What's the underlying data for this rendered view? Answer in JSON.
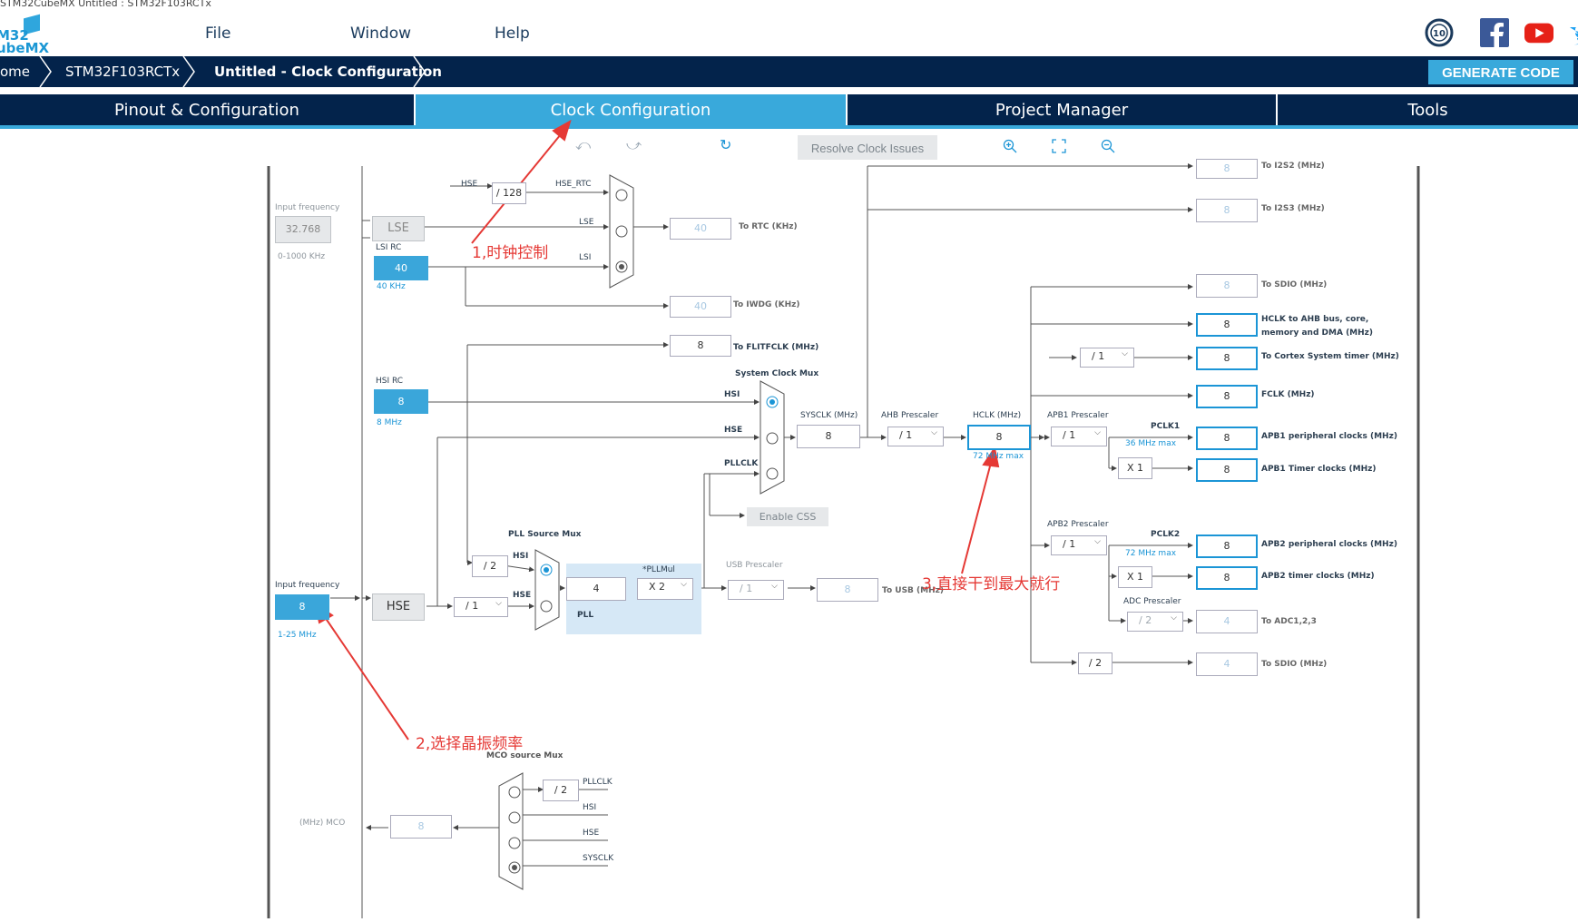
{
  "window": {
    "title": "STM32CubeMX Untitled : STM32F103RCTx"
  },
  "logo": {
    "line1": "M32",
    "line2": "ubeMX"
  },
  "menu": {
    "file": "File",
    "window": "Window",
    "help": "Help"
  },
  "breadcrumb": {
    "home": "ome",
    "device": "STM32F103RCTx",
    "current": "Untitled - Clock Configuration"
  },
  "generate": "GENERATE CODE",
  "tabs": {
    "pinout": "Pinout & Configuration",
    "clock": "Clock Configuration",
    "project": "Project Manager",
    "tools": "Tools"
  },
  "toolbar": {
    "resolve": "Resolve Clock Issues"
  },
  "colors": {
    "navy": "#03234b",
    "accent": "#39a9db",
    "annotation": "#e53935"
  },
  "icons": [
    "undo-icon",
    "redo-icon",
    "refresh-icon",
    "zoom-in-icon",
    "fit-icon",
    "zoom-out-icon",
    "anniversary-icon",
    "facebook-icon",
    "youtube-icon",
    "twitter-icon"
  ],
  "diagram": {
    "input_freq_label": "Input frequency",
    "lse_input": "32.768",
    "lse_range": "0-1000 KHz",
    "lse": "LSE",
    "lsi_rc": "LSI RC",
    "lsi_val": "40",
    "lsi_khz": "40 KHz",
    "hse_label": "HSE",
    "div128": "/ 128",
    "hse_rtc": "HSE_RTC",
    "lse_lbl": "LSE",
    "lsi_lbl": "LSI",
    "rtc_val": "40",
    "to_rtc": "To RTC (KHz)",
    "iwdg_val": "40",
    "to_iwdg": "To IWDG (KHz)",
    "flit_val": "8",
    "to_flit": "To FLITFCLK (MHz)",
    "hsi_rc": "HSI RC",
    "hsi_val": "8",
    "hsi_mhz": "8 MHz",
    "sys_mux": "System Clock Mux",
    "hsi_lbl": "HSI",
    "hse_lbl2": "HSE",
    "pllclk_lbl": "PLLCLK",
    "enable_css": "Enable CSS",
    "sysclk_lbl": "SYSCLK (MHz)",
    "sysclk_val": "8",
    "ahb_lbl": "AHB Prescaler",
    "ahb_val": "/ 1",
    "hclk_lbl": "HCLK (MHz)",
    "hclk_val": "8",
    "hclk_max": "72 MHz max",
    "pll_src_mux": "PLL Source Mux",
    "div2": "/ 2",
    "hsi_lbl3": "HSI",
    "hse_lbl3": "HSE",
    "pll_val": "4",
    "pllmul_lbl": "*PLLMul",
    "pllmul_val": "X 2",
    "pll_lbl": "PLL",
    "usb_pre_lbl": "USB Prescaler",
    "usb_pre_val": "/ 1",
    "usb_val": "8",
    "to_usb": "To USB (MHz)",
    "hse_input_label": "Input frequency",
    "hse_input": "8",
    "hse_range": "1-25 MHz",
    "hse_box": "HSE",
    "hse_div": "/ 1",
    "mco_mux": "MCO source Mux",
    "mco_div2": "/ 2",
    "mco_pllclk": "PLLCLK",
    "mco_hsi": "HSI",
    "mco_hse": "HSE",
    "mco_sysclk": "SYSCLK",
    "mco_val": "8",
    "mco_lbl": "(MHz) MCO",
    "i2s2_val": "8",
    "to_i2s2": "To I2S2 (MHz)",
    "i2s3_val": "8",
    "to_i2s3": "To I2S3 (MHz)",
    "sdio_val": "8",
    "to_sdio": "To SDIO (MHz)",
    "hclk_ahb_val": "8",
    "hclk_ahb_lbl1": "HCLK to AHB bus, core,",
    "hclk_ahb_lbl2": "memory and DMA (MHz)",
    "cortex_div": "/ 1",
    "cortex_val": "8",
    "cortex_lbl": "To Cortex System timer (MHz)",
    "fclk_val": "8",
    "fclk_lbl": "FCLK (MHz)",
    "apb1_pre_lbl": "APB1 Prescaler",
    "apb1_pre_val": "/ 1",
    "pclk1_lbl": "PCLK1",
    "pclk1_max": "36 MHz max",
    "apb1_periph_val": "8",
    "apb1_periph_lbl": "APB1 peripheral clocks (MHz)",
    "apb1_x": "X 1",
    "apb1_timer_val": "8",
    "apb1_timer_lbl": "APB1 Timer clocks (MHz)",
    "apb2_pre_lbl": "APB2 Prescaler",
    "apb2_pre_val": "/ 1",
    "pclk2_lbl": "PCLK2",
    "pclk2_max": "72 MHz max",
    "apb2_periph_val": "8",
    "apb2_periph_lbl": "APB2 peripheral clocks (MHz)",
    "apb2_x": "X 1",
    "apb2_timer_val": "8",
    "apb2_timer_lbl": "APB2 timer clocks (MHz)",
    "adc_pre_lbl": "ADC Prescaler",
    "adc_pre_val": "/ 2",
    "adc_val": "4",
    "to_adc": "To ADC1,2,3",
    "sdio2_div": "/ 2",
    "sdio2_val": "4",
    "to_sdio2": "To SDIO (MHz)"
  },
  "annotations": {
    "a1": "1,时钟控制",
    "a2": "2,选择晶振频率",
    "a3": "3,直接干到最大就行"
  }
}
